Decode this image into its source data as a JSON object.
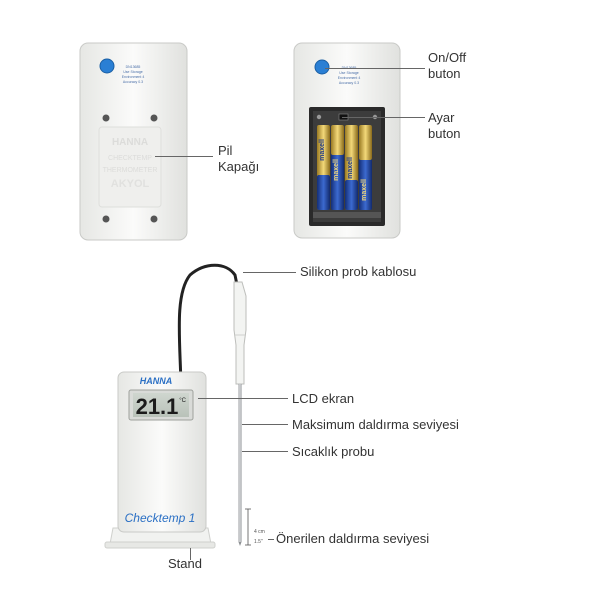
{
  "labels": {
    "onoff_line1": "On/Off",
    "onoff_line2": "buton",
    "ayar_line1": "Ayar",
    "ayar_line2": "buton",
    "pil_line1": "Pil",
    "pil_line2": "Kapağı",
    "silikon": "Silikon prob kablosu",
    "lcd": "LCD ekran",
    "maks": "Maksimum daldırma seviyesi",
    "sicaklik": "Sıcaklık probu",
    "onerilen": "Önerilen daldırma seviyesi",
    "stand": "Stand"
  },
  "device": {
    "brand": "HANNA",
    "model": "Checktemp 1",
    "display_value": "21.1",
    "display_unit": "°C",
    "back_text_line1": "DN13685",
    "back_text_line2": "Use Storage",
    "back_text_line3": "Environment 4",
    "back_text_line4": "Accuracy 0.3",
    "battery_brand": "maxell",
    "cover_watermark": "AKYOL"
  },
  "depth": {
    "cm": "4 cm",
    "inch": "1.5\""
  },
  "colors": {
    "button_blue": "#2a7fd4",
    "device_body": "#f2f3f1",
    "battery_gold": "#d9b64a",
    "battery_blue": "#1f4aa8"
  }
}
